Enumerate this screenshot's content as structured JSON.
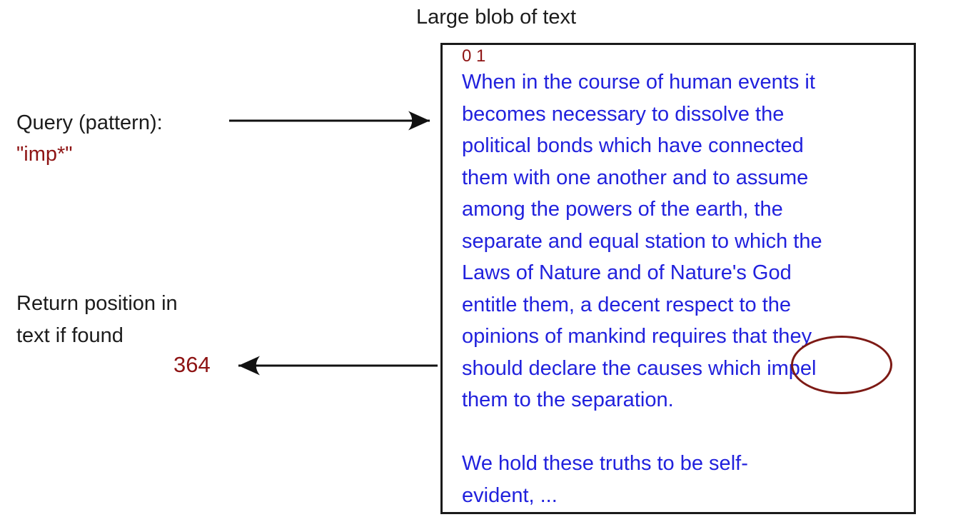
{
  "title": "Large blob of text",
  "colors": {
    "accent_red": "#8e1414",
    "text_blue": "#2121dd",
    "ellipse_red": "#7d1a15",
    "line_black": "#111111"
  },
  "query": {
    "label": "Query (pattern):",
    "value": "\"imp*\""
  },
  "result": {
    "label_line1": "Return position in",
    "label_line2": "text if found",
    "value": "364"
  },
  "text_box": {
    "index_markers": "0 1",
    "highlighted_word": "impel",
    "lines": [
      "When in the course of human events it",
      "becomes necessary to dissolve the",
      "political bonds which have connected",
      "them with one another and to assume",
      "among the powers of the earth, the",
      "separate and equal station to which the",
      "Laws of Nature and of Nature's God",
      "entitle them, a decent respect to the",
      "opinions of mankind requires that they",
      "should declare the causes which impel",
      "them to the separation.",
      "",
      "We hold these truths to be self-",
      "evident, ..."
    ]
  }
}
